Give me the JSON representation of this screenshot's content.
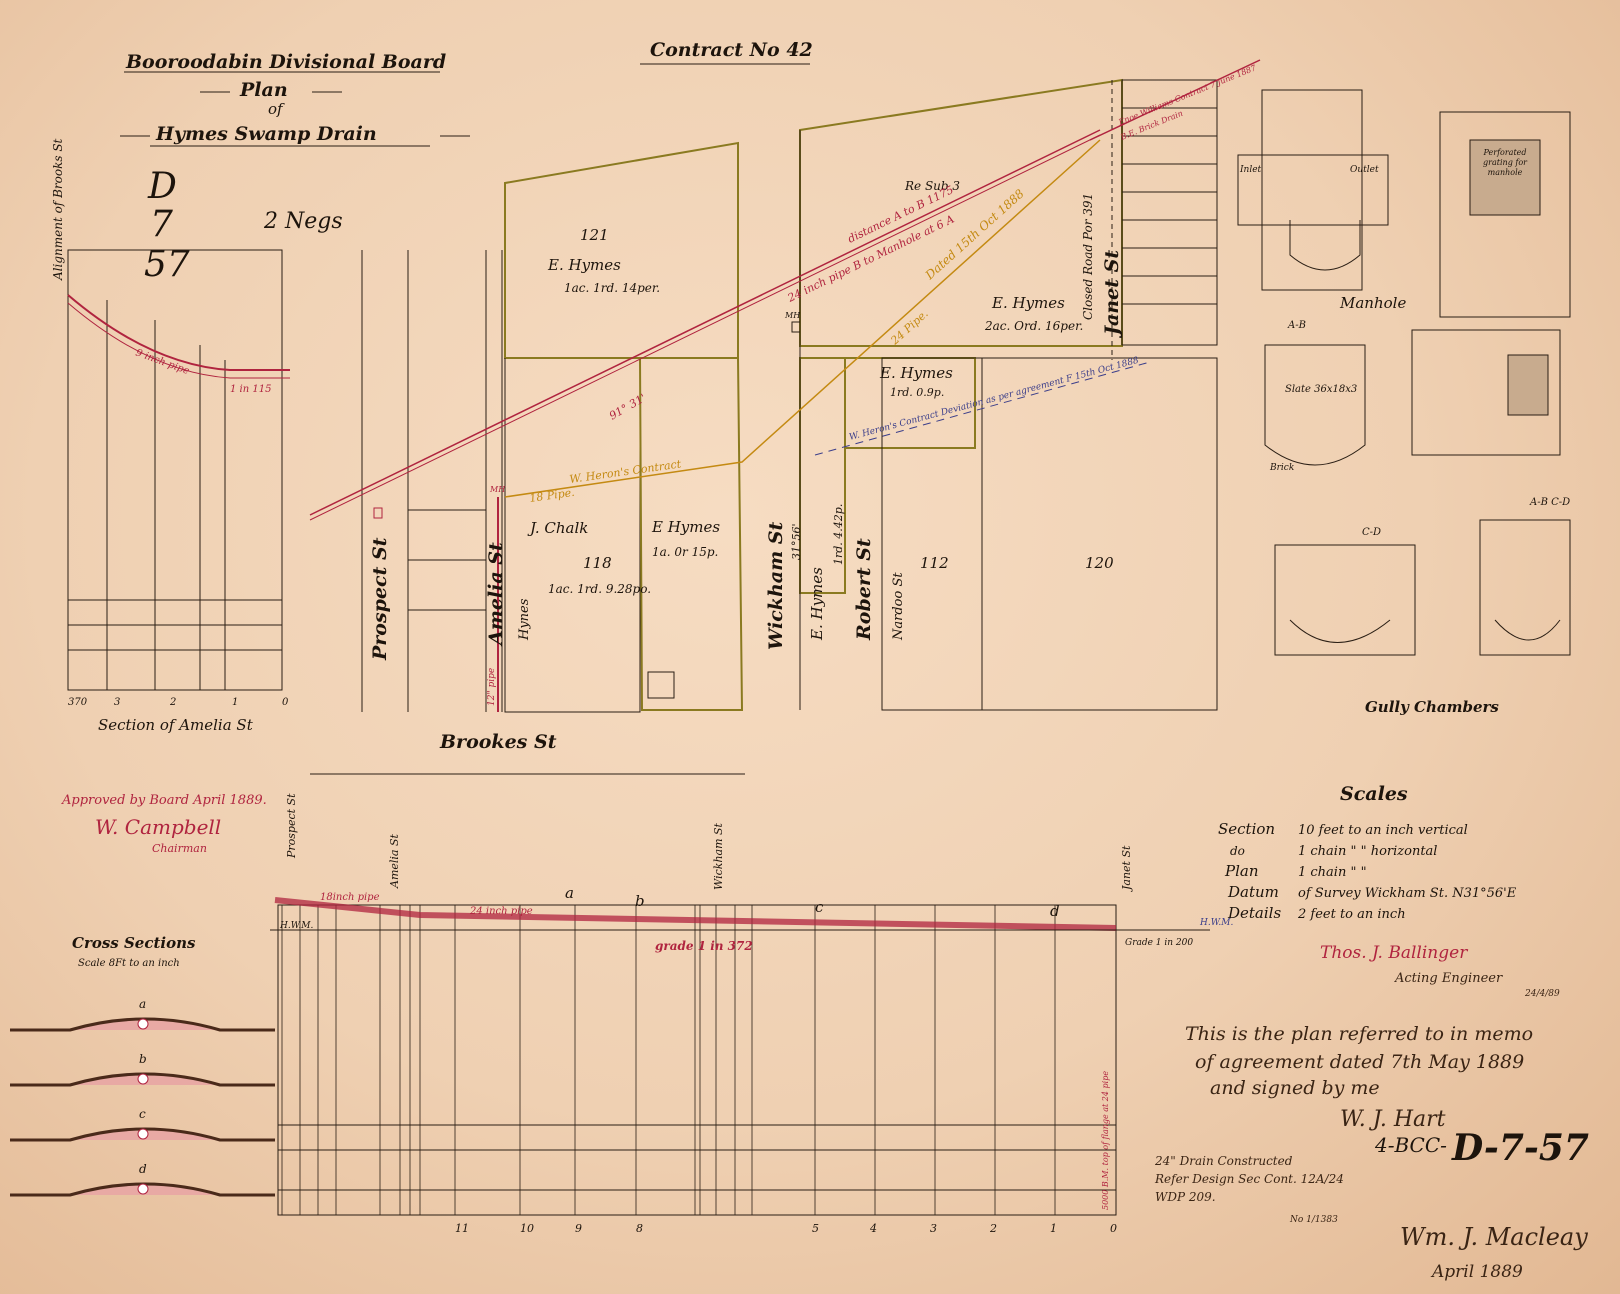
{
  "header": {
    "board": "Booroodabin Divisional Board",
    "plan": "Plan",
    "of": "of",
    "title": "Hymes Swamp Drain",
    "contract": "Contract No 42",
    "ref_code_handwritten": [
      "D",
      "7",
      "57"
    ],
    "negs": "2 Negs"
  },
  "plan": {
    "streets": [
      "Prospect St",
      "Amelia St",
      "Wickham St",
      "Robert St",
      "Janet St",
      "Brookes St",
      "Alignment of Brooks St",
      "Closed Road Por 391",
      "Hynes",
      "Nardoo St"
    ],
    "lots": [
      {
        "number": "121",
        "owner": "E. Hymes",
        "area": "1ac. 1rd. 14per."
      },
      {
        "number": "118",
        "owner": "J. Chalk",
        "area": "1ac. 1rd. 9.28po."
      },
      {
        "number": "",
        "owner": "E Hymes",
        "area": "1a. 0r 15p."
      },
      {
        "number": "",
        "owner": "E. Hymes",
        "area": "2ac. Ord. 16per."
      },
      {
        "number": "",
        "owner": "E. Hymes",
        "area": "1rd. 0.9p."
      },
      {
        "number": "",
        "owner": "E. Hymes",
        "area": "1rd. 4.42p."
      },
      {
        "number": "112",
        "owner": "",
        "area": ""
      },
      {
        "number": "120",
        "owner": "",
        "area": ""
      },
      {
        "number": "Re Sub 3",
        "owner": "",
        "area": ""
      }
    ],
    "annotations": {
      "distance": "distance A to B 1175",
      "pipe24": "24 inch pipe B to Manhole at 6 A",
      "angle": "91° 31'",
      "herons_contract": "W. Heron's Contract",
      "pipe18": "18 Pipe.",
      "dated": "Dated 15th Oct 1888",
      "pipe24b": "24 Pipe.",
      "deviation": "W. Heron's Contract Deviation as per agreement F 15th Oct 1888",
      "enoe": "Enoe Williams Contract 7 June 1887",
      "brick_drain": "B.E. Brick Drain",
      "pipe12": "12\" pipe",
      "mh": "MH",
      "wickham_bearing": "31°56'"
    }
  },
  "amelia_section": {
    "title": "Section of Amelia St",
    "pipe": "9 inch pipe",
    "grade": "1 in 115",
    "chainage": [
      "370",
      "3",
      "2",
      "1",
      "0"
    ]
  },
  "details": {
    "manhole_title": "Manhole",
    "grating": "Perforated grating for manhole",
    "inlet": "Inlet",
    "outlet": "Outlet",
    "slate": "Slate 36x18x3",
    "brick": "Brick",
    "gully_title": "Gully Chambers",
    "sections": [
      "A-B",
      "C-D",
      "A-B C-D"
    ]
  },
  "scales": {
    "title": "Scales",
    "rows": [
      {
        "label": "Section",
        "value": "10 feet to an inch vertical"
      },
      {
        "label": "do",
        "value": "1 chain \" \" horizontal"
      },
      {
        "label": "Plan",
        "value": "1 chain \" \""
      },
      {
        "label": "Datum",
        "value": "of Survey Wickham St. N31°56'E"
      },
      {
        "label": "Details",
        "value": "2 feet to an inch"
      }
    ]
  },
  "signatures": {
    "approved": "Approved by Board April 1889.",
    "chairman_sig": "W. Campbell",
    "chairman": "Chairman",
    "engineer_sig": "Thos. J. Ballinger",
    "engineer": "Acting Engineer",
    "engineer_date": "24/4/89",
    "memo": [
      "This is the plan referred to in memo",
      "of agreement dated 7th May 1889",
      "and signed by me"
    ],
    "memo_sig": "W. J. Hart",
    "bottom_sig": "Wm. J. Macleay",
    "bottom_date": "April 1889"
  },
  "profile": {
    "labels": [
      "Prospect St",
      "Amelia St",
      "Wickham St",
      "Janet St"
    ],
    "pipe18": "18inch pipe",
    "pipe24": "24 inch pipe",
    "grade": "grade 1 in 372",
    "grade2": "Grade 1 in 200",
    "hwm": "H.W.M.",
    "letters": [
      "a",
      "b",
      "c",
      "d"
    ],
    "chainage": [
      "0",
      "1",
      "2",
      "3",
      "4",
      "5",
      "8",
      "9",
      "10",
      "11"
    ],
    "datum_note": "5000 B.M. top of flange at 24 pipe"
  },
  "cross_sections": {
    "title": "Cross Sections",
    "scale": "Scale 8Ft to an inch",
    "letters": [
      "a",
      "b",
      "c",
      "d"
    ]
  },
  "footer": {
    "notes": [
      "24\" Drain Constructed",
      "Refer Design Sec Cont. 12A/24",
      "WDP 209."
    ],
    "ref_no": "4-BCC-",
    "ref_big": "D-7-57",
    "small_ref": "No 1/1383"
  },
  "colors": {
    "paper": "#f3d6bb",
    "ink": "#1d140c",
    "red_pipe": "#b0243f",
    "orange_pipe": "#c48a12",
    "blue_deviation": "#3b3e8a",
    "lot_boundary": "#8a7a20"
  }
}
